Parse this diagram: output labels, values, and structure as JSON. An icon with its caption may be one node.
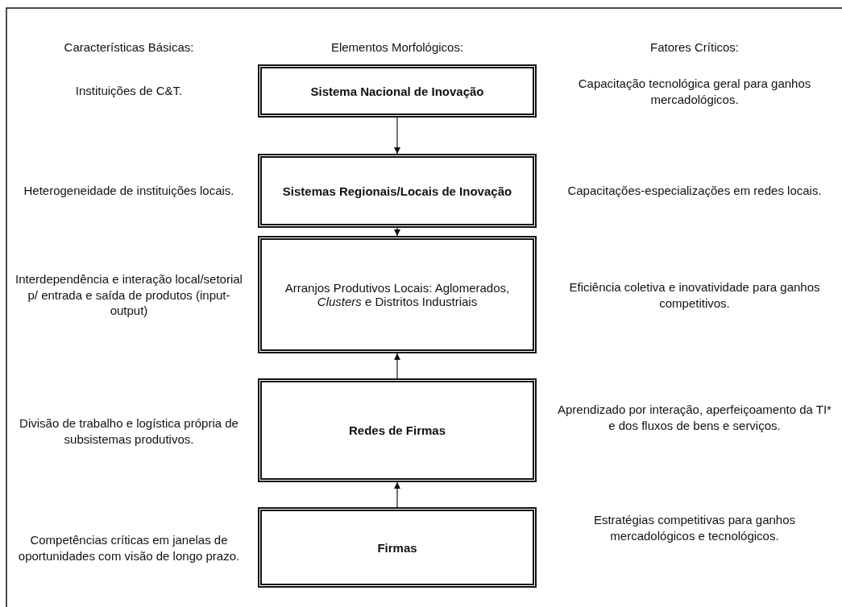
{
  "diagram": {
    "nodes": [
      {
        "text": [
          "Sistema Nacional de Inovação"
        ]
      },
      {
        "text": [
          "Sistemas Regionais/Locais de Inovação"
        ]
      },
      {
        "text": [
          "Arranjos Produtivos Locais: Aglomerados, *Clusters* e Distritos Industriais"
        ]
      },
      {
        "text": [
          "Redes de Firmas"
        ]
      },
      {
        "text": [
          "Firmas"
        ]
      }
    ],
    "edges": [
      {
        "from": 0,
        "to": 1,
        "arrow": "to"
      },
      {
        "from": 1,
        "to": 2,
        "arrow": "to"
      },
      {
        "from": 3,
        "to": 2,
        "arrow": "to"
      },
      {
        "from": 4,
        "to": 3,
        "arrow": "to"
      }
    ],
    "labels": [
      "Características Básicas:",
      "Elementos Morfológicos:",
      "Fatores Críticos:",
      "Instituições de C&T.",
      "Capacitação tecnológica geral para ganhos mercadológicos.",
      "Heterogeneidade de instituições locais.",
      "Capacitações-especializações em redes locais.",
      "Interdependência e interação local/setorial p/ entrada e saída de produtos (input-output)",
      "Eficiência coletiva e inovatividade para ganhos competitivos.",
      "Divisão de trabalho e logística própria de subsistemas produtivos.",
      "Aprendizado por interação, aperfeiçoamento da TI* e dos fluxos de bens e serviços.",
      "Competências críticas em janelas de oportunidades com visão de longo prazo.",
      "Estratégias competitivas para ganhos mercadológicos e tecnológicos."
    ]
  }
}
